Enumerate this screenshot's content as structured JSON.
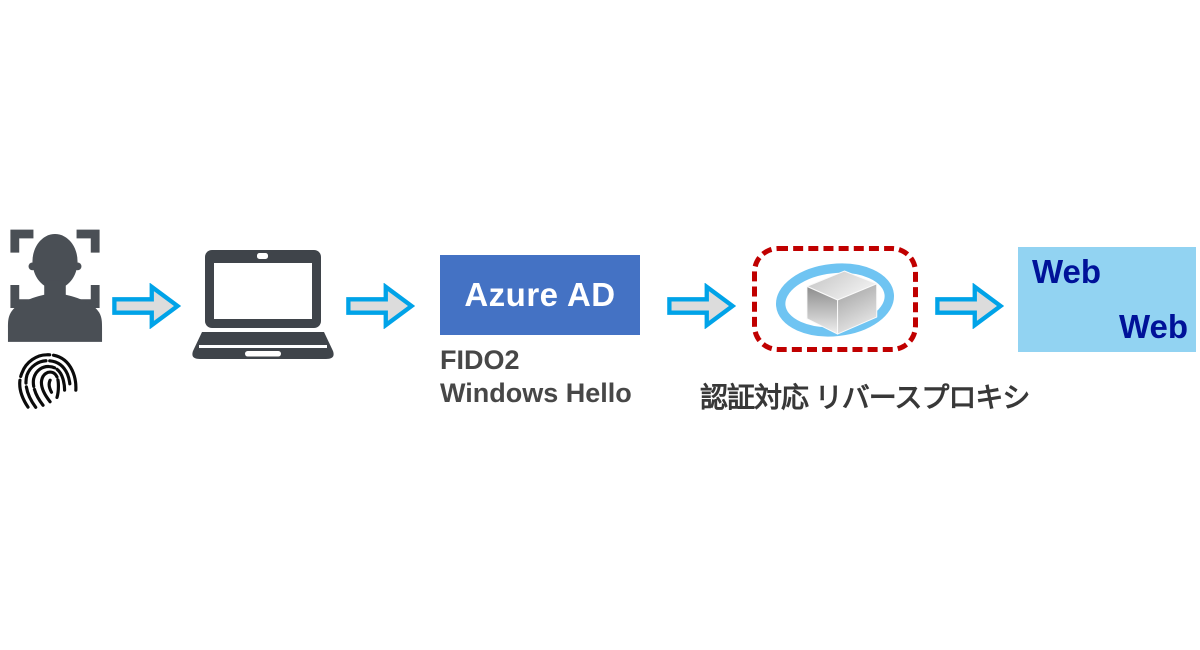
{
  "diagram": {
    "nodes": {
      "user_biometrics": {
        "icons": [
          "face-recognition-icon",
          "fingerprint-icon"
        ]
      },
      "client_device": {
        "icon": "laptop-icon"
      },
      "azure_ad": {
        "label": "Azure AD",
        "caption_line1": "FIDO2",
        "caption_line2": "Windows Hello",
        "bg": "#4472C4",
        "text_color": "#FFFFFF",
        "caption_color": "#474747"
      },
      "reverse_proxy": {
        "icon": "cube-in-ring-icon",
        "caption": "認証対応 リバースプロキシ",
        "frame_color": "#C00000",
        "frame_style": "dashed",
        "ring_color": "#6FC4F2"
      },
      "web_servers": {
        "label_top": "Web",
        "label_bottom": "Web",
        "bg": "#92D3F2",
        "text_color": "#001299"
      }
    },
    "arrows": {
      "count": 4,
      "direction": "right",
      "fill": "#DCDCDC",
      "stroke": "#00A3E8"
    },
    "colors": {
      "icon_dark_gray": "#42474D",
      "fingerprint_black": "#0B0B0B",
      "background": "#FFFFFF"
    }
  }
}
